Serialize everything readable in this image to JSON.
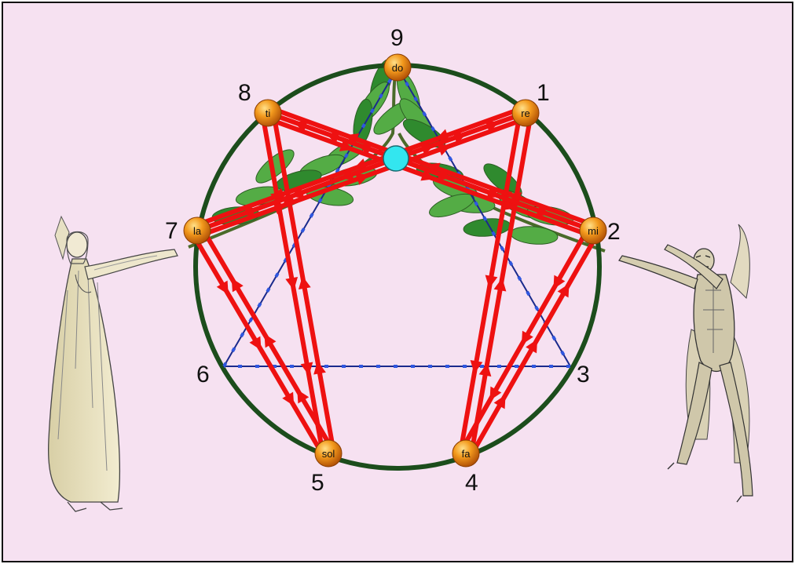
{
  "diagram": {
    "numbers": {
      "n1": "1",
      "n2": "2",
      "n3": "3",
      "n4": "4",
      "n5": "5",
      "n6": "6",
      "n7": "7",
      "n8": "8",
      "n9": "9"
    },
    "notes": {
      "do": "do",
      "re": "re",
      "mi": "mi",
      "fa": "fa",
      "sol": "sol",
      "la": "la",
      "ti": "ti"
    },
    "colors": {
      "background": "#f6e1f1",
      "circle": "#1c4d1c",
      "hexad_arrows": "#ee1111",
      "triangle": "#1a2a8c",
      "note_ball": "#e8860c",
      "center_dot": "#33e6ef",
      "leaves": "#3f9a3a"
    }
  }
}
